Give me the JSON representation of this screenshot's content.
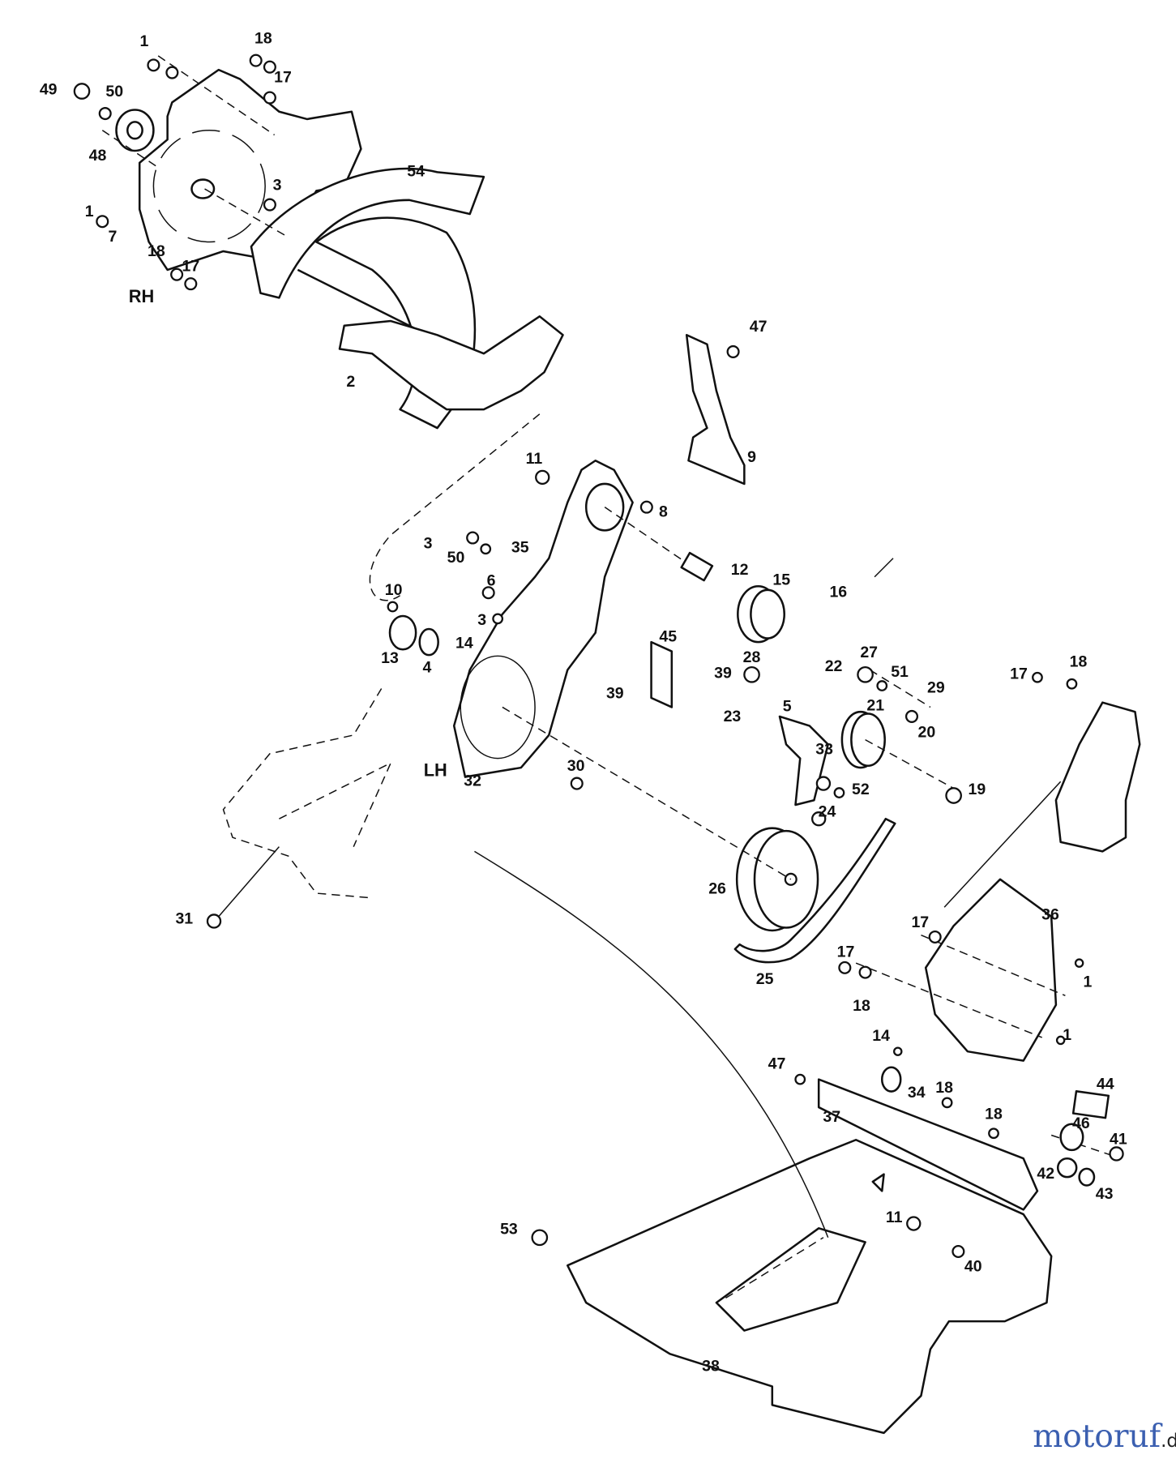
{
  "diagram": {
    "side_labels": {
      "rh": "RH",
      "lh": "LH"
    },
    "watermark": {
      "brand": "motoruf",
      "tld": ".de",
      "colors": [
        "#3b5fb0",
        "#3aa64a",
        "#e0468c",
        "#e8a21a",
        "#d63a2a"
      ]
    },
    "callouts": [
      "1",
      "18",
      "17",
      "49",
      "50",
      "48",
      "3",
      "1",
      "7",
      "18",
      "17",
      "54",
      "2",
      "47",
      "9",
      "11",
      "8",
      "3",
      "50",
      "35",
      "12",
      "15",
      "16",
      "10",
      "6",
      "3",
      "13",
      "4",
      "14",
      "45",
      "39",
      "39",
      "28",
      "27",
      "51",
      "29",
      "22",
      "17",
      "18",
      "23",
      "5",
      "21",
      "33",
      "20",
      "52",
      "19",
      "24",
      "32",
      "30",
      "26",
      "25",
      "36",
      "17",
      "17",
      "1",
      "18",
      "1",
      "14",
      "47",
      "34",
      "44",
      "18",
      "37",
      "18",
      "46",
      "41",
      "42",
      "43",
      "53",
      "11",
      "40",
      "38",
      "31"
    ]
  }
}
